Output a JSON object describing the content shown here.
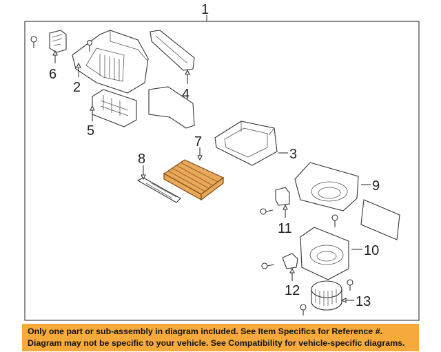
{
  "diagram": {
    "callouts": {
      "c1": "1",
      "c2": "2",
      "c3": "3",
      "c4": "4",
      "c5": "5",
      "c6": "6",
      "c7": "7",
      "c8": "8",
      "c9": "9",
      "c10": "10",
      "c11": "11",
      "c12": "12",
      "c13": "13"
    },
    "highlight_color": "#e9a85a"
  },
  "disclaimer": {
    "line1": "Only one part or sub-assembly in diagram included. See Item Specifics for Reference #.",
    "line2": "Diagram may not be specific to your vehicle. See Compatibility for vehicle-specific diagrams.",
    "background_color": "#f6aa3c"
  }
}
